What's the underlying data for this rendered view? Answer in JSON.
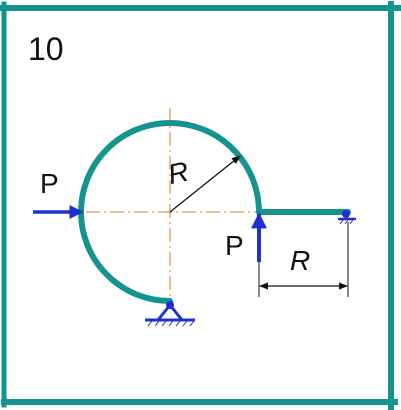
{
  "problem_number": "10",
  "labels": {
    "force_left": "P",
    "force_right": "P",
    "radius": "R",
    "dimension": "R"
  },
  "colors": {
    "frame": "#15938e",
    "beam": "#15938e",
    "support": "#1f2fd0",
    "force": "#1f2fd0",
    "centerline": "#e07a1a",
    "dimension": "#111111"
  }
}
